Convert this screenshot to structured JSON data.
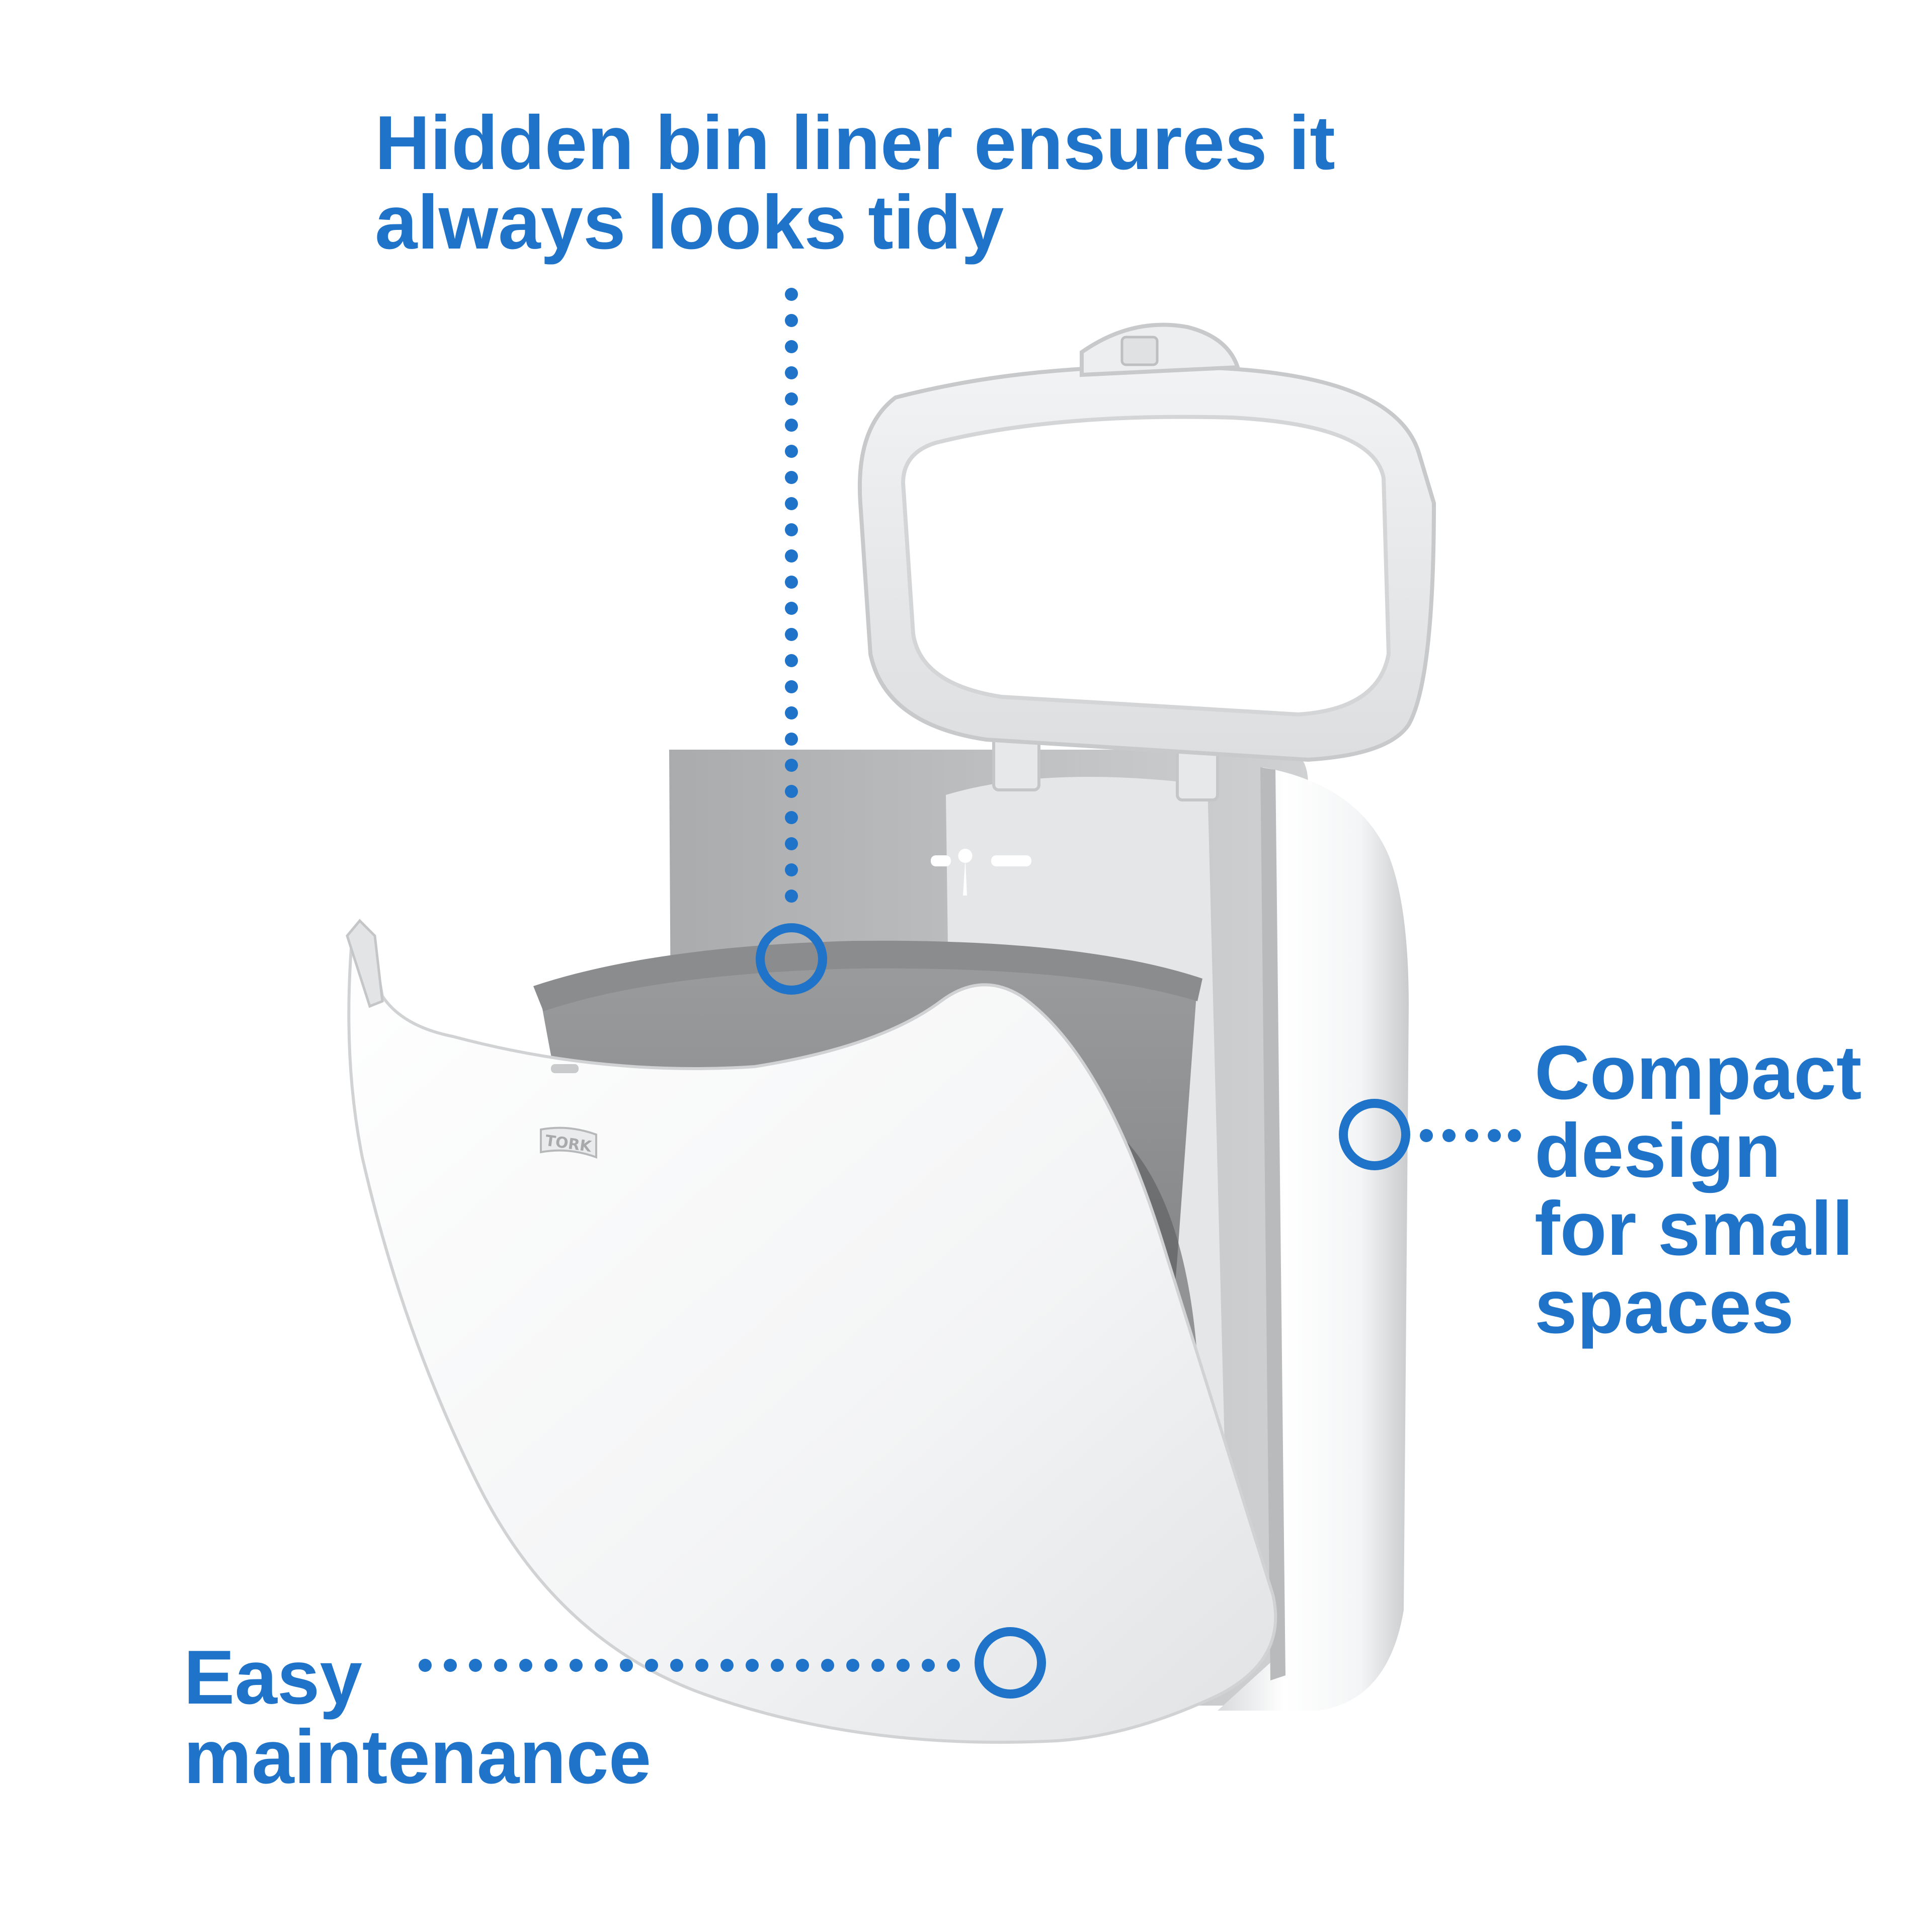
{
  "colors": {
    "accent": "#1f73c8",
    "background": "#ffffff"
  },
  "brand_logo": "TORK",
  "callouts": {
    "top": "Hidden bin liner ensures it\nalways looks tidy",
    "right": "Compact\ndesign\nfor small\nspaces",
    "bottom": "Easy\nmaintenance"
  },
  "icons": {
    "marker": "circle-marker-icon",
    "leader": "dotted-leader-line"
  }
}
